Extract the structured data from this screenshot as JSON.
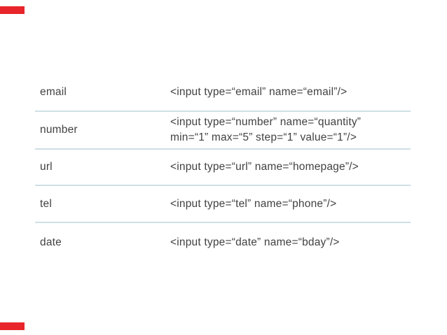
{
  "slide": {
    "background": "#ffffff",
    "accent_color": "#e8252a",
    "separator_color": "#cfdfe6",
    "text_color": "#414141"
  },
  "table": {
    "rows": [
      {
        "label": "email",
        "code": [
          "<input type=“email” name=“email”/>"
        ]
      },
      {
        "label": "number",
        "code": [
          "<input type=“number” name=“quantity”",
          "min=“1” max=“5” step=“1” value=“1”/>"
        ]
      },
      {
        "label": "url",
        "code": [
          "<input type=“url” name=“homepage”/>"
        ]
      },
      {
        "label": "tel",
        "code": [
          "<input type=“tel” name=“phone”/>"
        ]
      },
      {
        "label": "date",
        "code": [
          "<input type=“date” name=“bday”/>"
        ]
      }
    ]
  }
}
